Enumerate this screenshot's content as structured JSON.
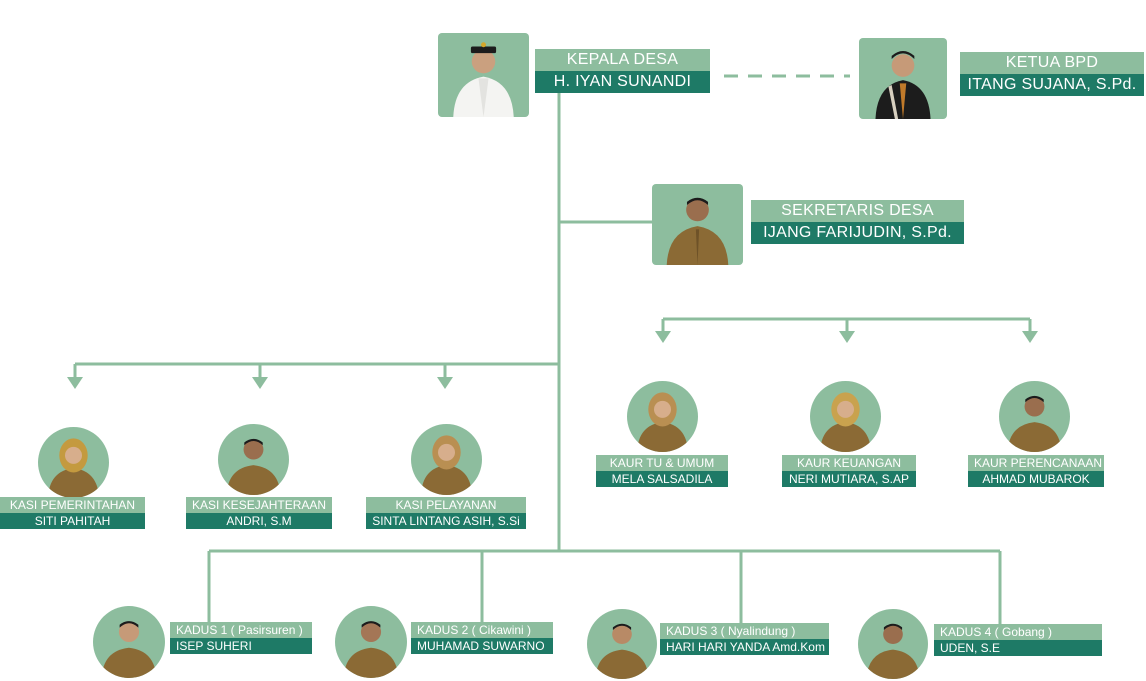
{
  "colors": {
    "line": "#8dbd9e",
    "title_bg": "#8dbd9e",
    "name_bg": "#1e7a66",
    "photo_bg": "#8dbd9e",
    "uniform_brown": "#8b6a35",
    "uniform_white": "#f4f4f2",
    "suit_black": "#1c1c1c"
  },
  "kepala": {
    "title": "KEPALA DESA",
    "name": "H. IYAN SUNANDI"
  },
  "bpd": {
    "title": "KETUA BPD",
    "name": "ITANG SUJANA, S.Pd."
  },
  "sekretaris": {
    "title": "SEKRETARIS DESA",
    "name": "IJANG FARIJUDIN, S.Pd."
  },
  "kasi": [
    {
      "title": "KASI PEMERINTAHAN",
      "name": "SITI PAHITAH"
    },
    {
      "title": "KASI KESEJAHTERAAN",
      "name": "ANDRI, S.M"
    },
    {
      "title": "KASI PELAYANAN",
      "name": "SINTA LINTANG ASIH, S.Si"
    }
  ],
  "kaur": [
    {
      "title": "KAUR TU & UMUM",
      "name": "MELA SALSADILA"
    },
    {
      "title": "KAUR KEUANGAN",
      "name": "NERI MUTIARA, S.AP"
    },
    {
      "title": "KAUR PERENCANAAN",
      "name": "AHMAD MUBAROK"
    }
  ],
  "kadus": [
    {
      "title": "KADUS 1 ( Pasirsuren )",
      "name": "ISEP SUHERI"
    },
    {
      "title": "KADUS 2 ( Cikawini )",
      "name": "MUHAMAD SUWARNO"
    },
    {
      "title": "KADUS 3 ( Nyalindung )",
      "name": "HARI HARI YANDA Amd.Kom"
    },
    {
      "title": "KADUS 4 ( Gobang )",
      "name": "UDEN, S.E"
    }
  ]
}
